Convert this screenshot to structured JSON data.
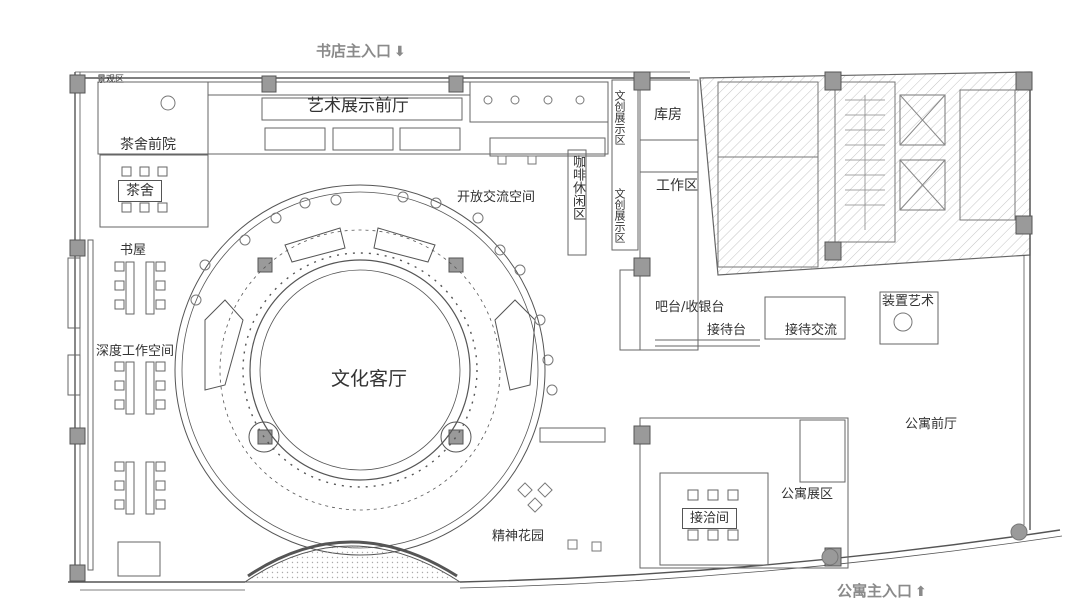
{
  "entrances": {
    "bookstore_main": "书店主入口",
    "apartment_main": "公寓主入口"
  },
  "rooms": {
    "scenic_area": "景观区",
    "art_exhibition_foyer": "艺术展示前厅",
    "tea_front_yard": "茶舍前院",
    "tea_house": "茶舍",
    "creative_display_top": "文创展示区",
    "storage": "库房",
    "coffee_lounge": "咖啡休闲区",
    "open_exchange": "开放交流空间",
    "creative_display_mid": "文创展示区",
    "workspace": "工作区",
    "book_house": "书屋",
    "deep_work": "深度工作空间",
    "bar_cashier": "吧台/收银台",
    "reception_desk": "接待台",
    "reception_exchange": "接待交流",
    "installation_art": "装置艺术",
    "cultural_living_room": "文化客厅",
    "apartment_lobby": "公寓前厅",
    "apartment_display": "公寓展区",
    "negotiation_room": "接洽间",
    "spirit_garden": "精神花园"
  },
  "colors": {
    "line": "#555555",
    "column_fill": "#9a9a9a",
    "hatch": "#bdbdbd",
    "entrance_text": "#8a8a8a"
  }
}
